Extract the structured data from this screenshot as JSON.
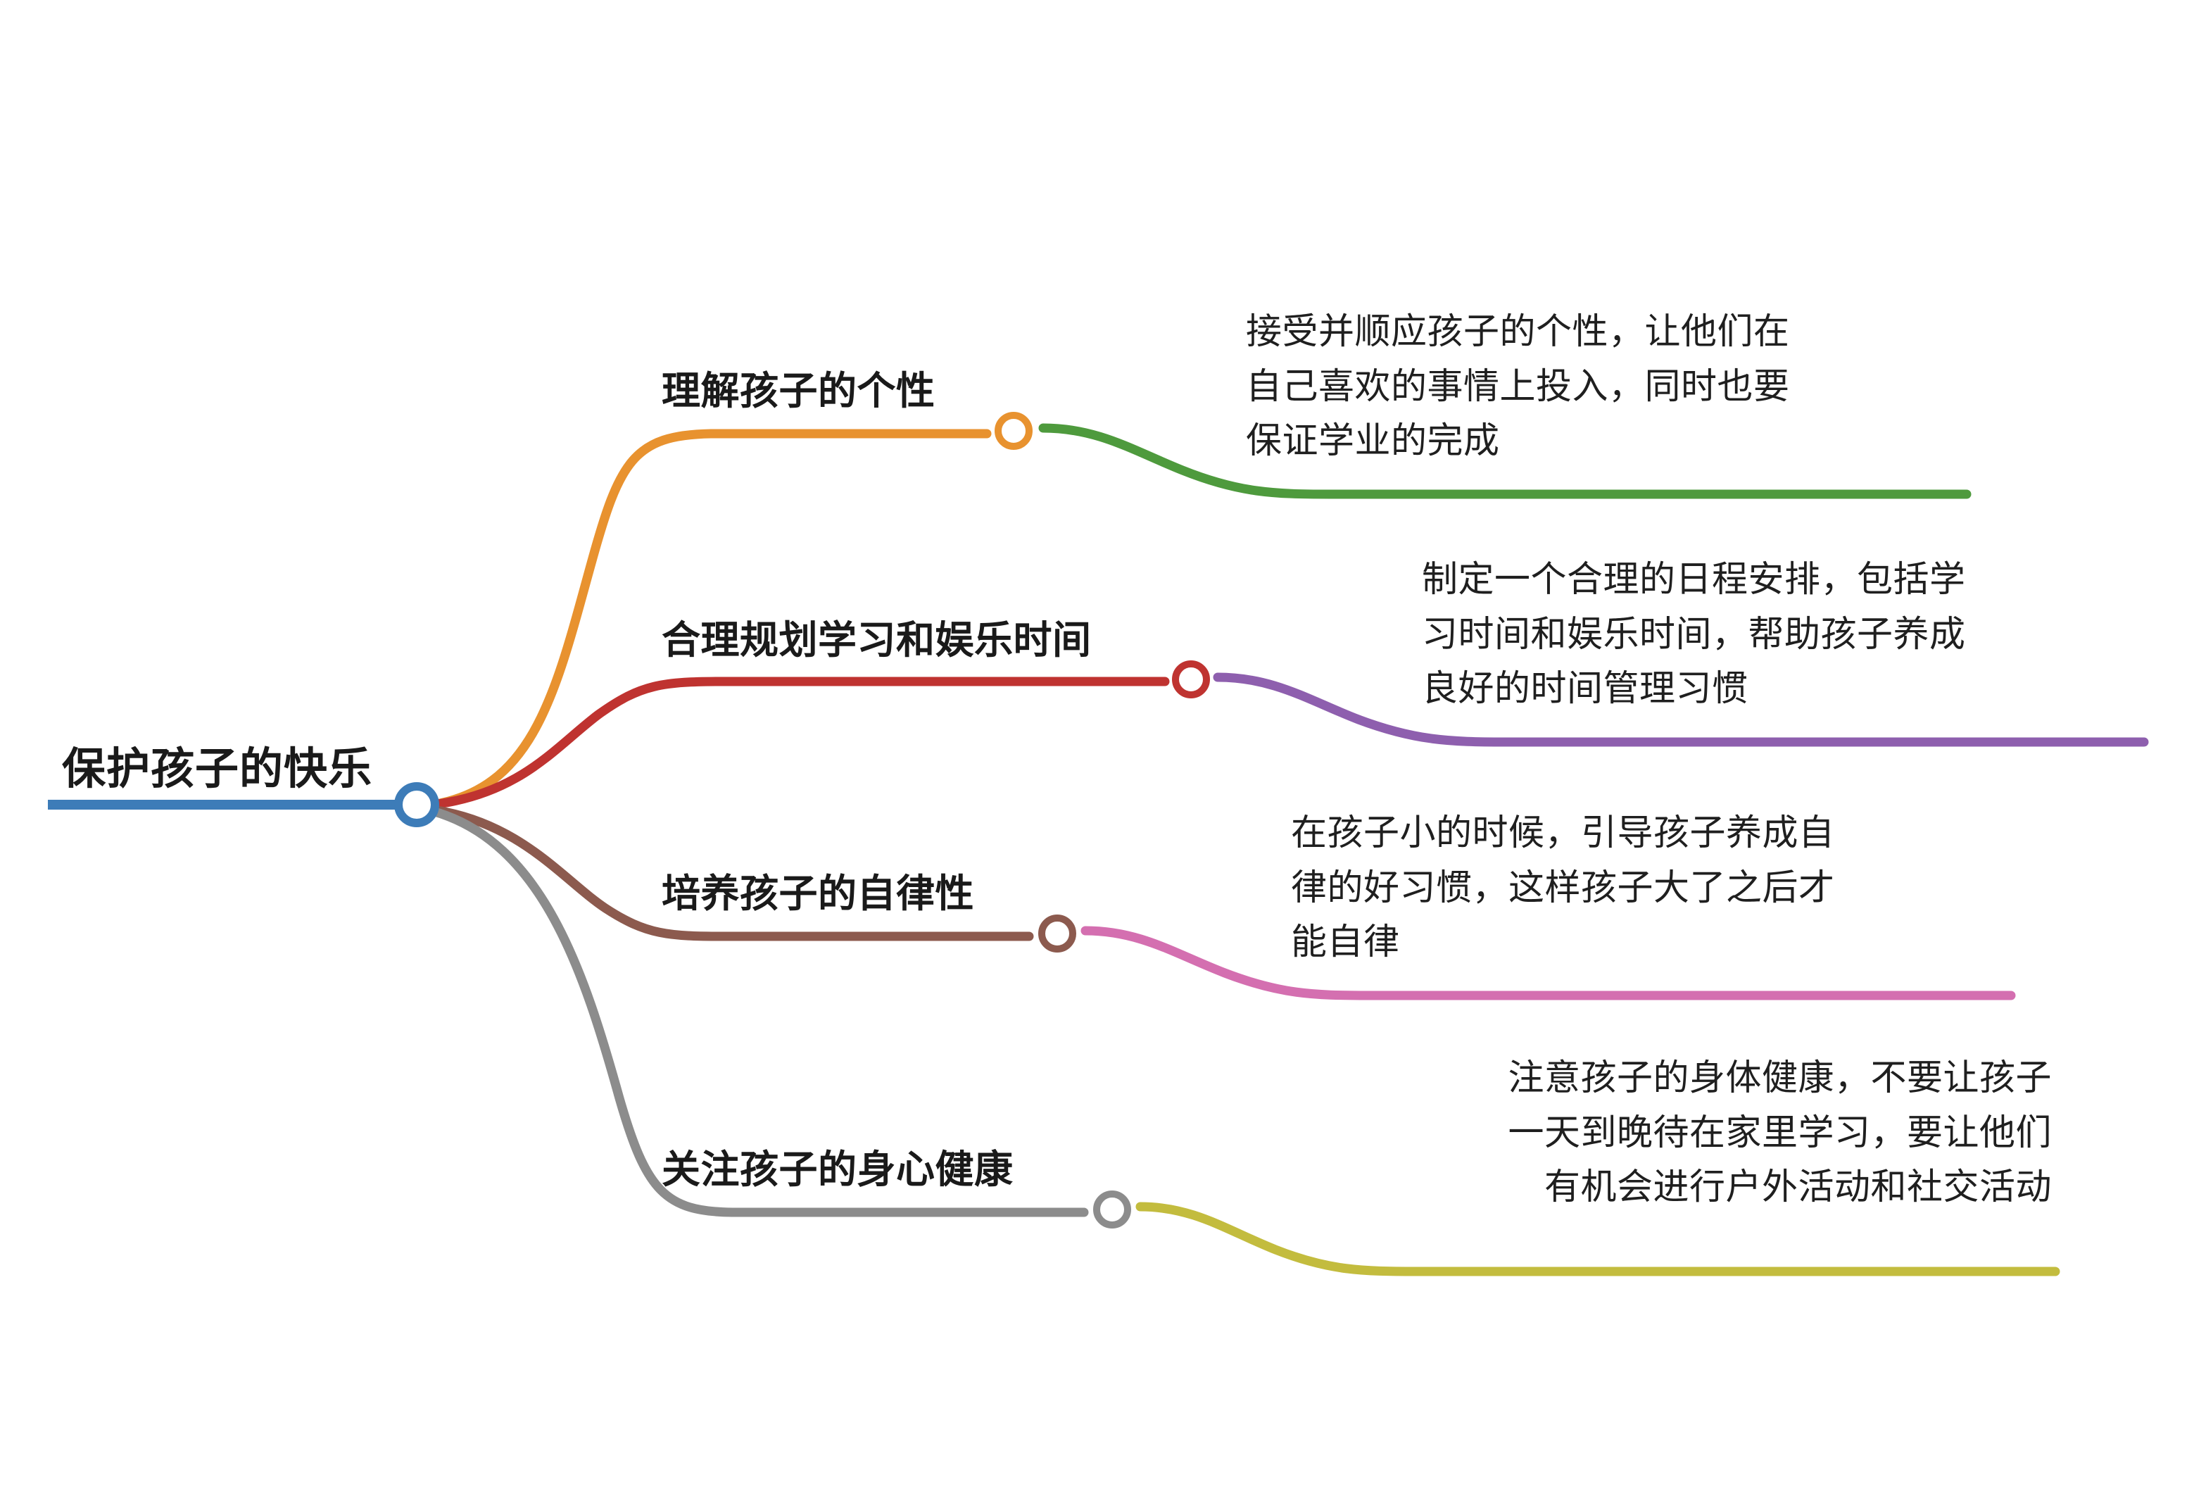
{
  "diagram": {
    "type": "mindmap",
    "orientation": "left-to-right",
    "background_color": "#ffffff",
    "root": {
      "label": "保护孩子的快乐",
      "line_color": "#3d7cb8",
      "node_color": "#3d7cb8"
    },
    "branches": [
      {
        "label": "理解孩子的个性",
        "branch_color": "#e8922f",
        "node_color": "#e8922f",
        "leaf_color": "#4e9a3d",
        "leaf_lines": [
          "接受并顺应孩子的个性，让他们在",
          "自己喜欢的事情上投入，同时也要",
          "保证学业的完成"
        ],
        "leaf_text": "接受并顺应孩子的个性，让他们在自己喜欢的事情上投入，同时也要保证学业的完成"
      },
      {
        "label": "合理规划学习和娱乐时间",
        "branch_color": "#bf3330",
        "node_color": "#bf3330",
        "leaf_color": "#8e5fae",
        "leaf_lines": [
          "制定一个合理的日程安排，包括学",
          "习时间和娱乐时间，帮助孩子养成",
          "良好的时间管理习惯"
        ],
        "leaf_text": "制定一个合理的日程安排，包括学习时间和娱乐时间，帮助孩子养成良好的时间管理习惯"
      },
      {
        "label": "培养孩子的自律性",
        "branch_color": "#8c5a4e",
        "node_color": "#8c5a4e",
        "leaf_color": "#d46fb0",
        "leaf_lines": [
          "在孩子小的时候，引导孩子养成自",
          "律的好习惯，这样孩子大了之后才",
          "能自律"
        ],
        "leaf_text": "在孩子小的时候，引导孩子养成自律的好习惯，这样孩子大了之后才能自律"
      },
      {
        "label": "关注孩子的身心健康",
        "branch_color": "#8c8c8c",
        "node_color": "#8c8c8c",
        "leaf_color": "#c3bc3e",
        "leaf_lines": [
          "注意孩子的身体健康，不要让孩子",
          "一天到晚待在家里学习，要让他们",
          "有机会进行户外活动和社交活动"
        ],
        "leaf_text": "注意孩子的身体健康，不要让孩子一天到晚待在家里学习，要让他们有机会进行户外活动和社交活动"
      }
    ]
  }
}
